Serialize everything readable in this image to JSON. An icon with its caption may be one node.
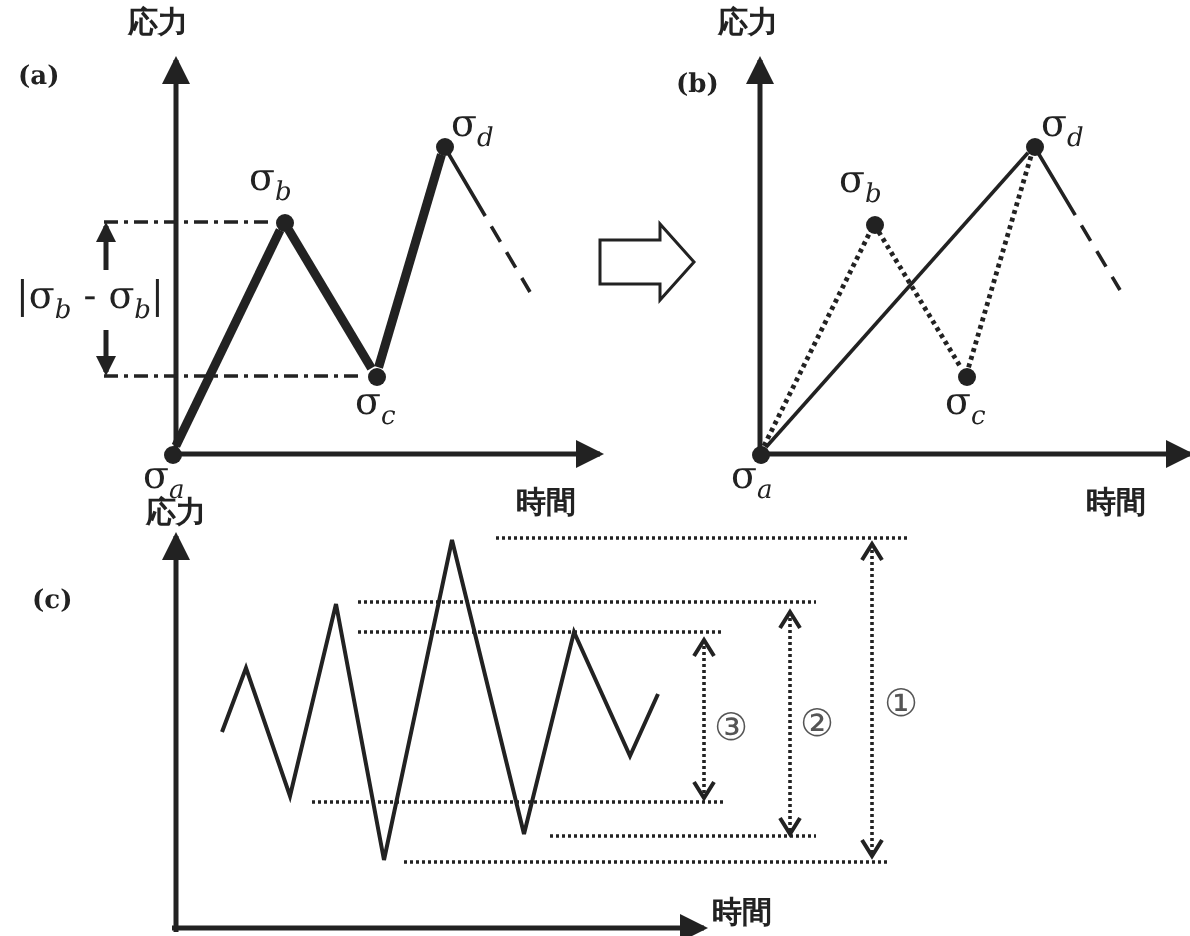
{
  "diagram": {
    "nodes": [
      {
        "text": [
          "σ$_{a}$"
        ]
      },
      {
        "text": [
          "σ$_{b}$"
        ]
      },
      {
        "text": [
          "σ$_{c}$"
        ]
      },
      {
        "text": [
          "σ$_{d}$"
        ]
      },
      {
        "text": [
          "σ$_{a}$"
        ]
      },
      {
        "text": [
          "σ$_{b}$"
        ]
      },
      {
        "text": [
          "σ$_{c}$"
        ]
      },
      {
        "text": [
          "σ$_{d}$"
        ]
      }
    ],
    "edges": [
      {
        "from": 0,
        "to": 1,
        "arrow": "none",
        "style": "thick"
      },
      {
        "from": 1,
        "to": 2,
        "arrow": "none",
        "style": "thick"
      },
      {
        "from": 2,
        "to": 3,
        "arrow": "none",
        "style": "thick"
      },
      {
        "from": 3,
        "to": null,
        "arrow": "none",
        "style": "dashed"
      },
      {
        "from": 4,
        "to": 5,
        "arrow": "none",
        "style": "dashed"
      },
      {
        "from": 5,
        "to": 6,
        "arrow": "none",
        "style": "dashed"
      },
      {
        "from": 6,
        "to": 7,
        "arrow": "none",
        "style": "dashed"
      },
      {
        "from": 4,
        "to": 7,
        "arrow": "none"
      },
      {
        "from": 7,
        "to": null,
        "arrow": "none",
        "style": "dashed"
      }
    ],
    "labels": [
      "応力",
      "(a)",
      "|σ$_{b}$ - σ$_{b}$|",
      "時間",
      "応力",
      "(b)",
      "時間",
      "応力",
      "(c)",
      "③",
      "②",
      "①",
      "時間"
    ]
  }
}
